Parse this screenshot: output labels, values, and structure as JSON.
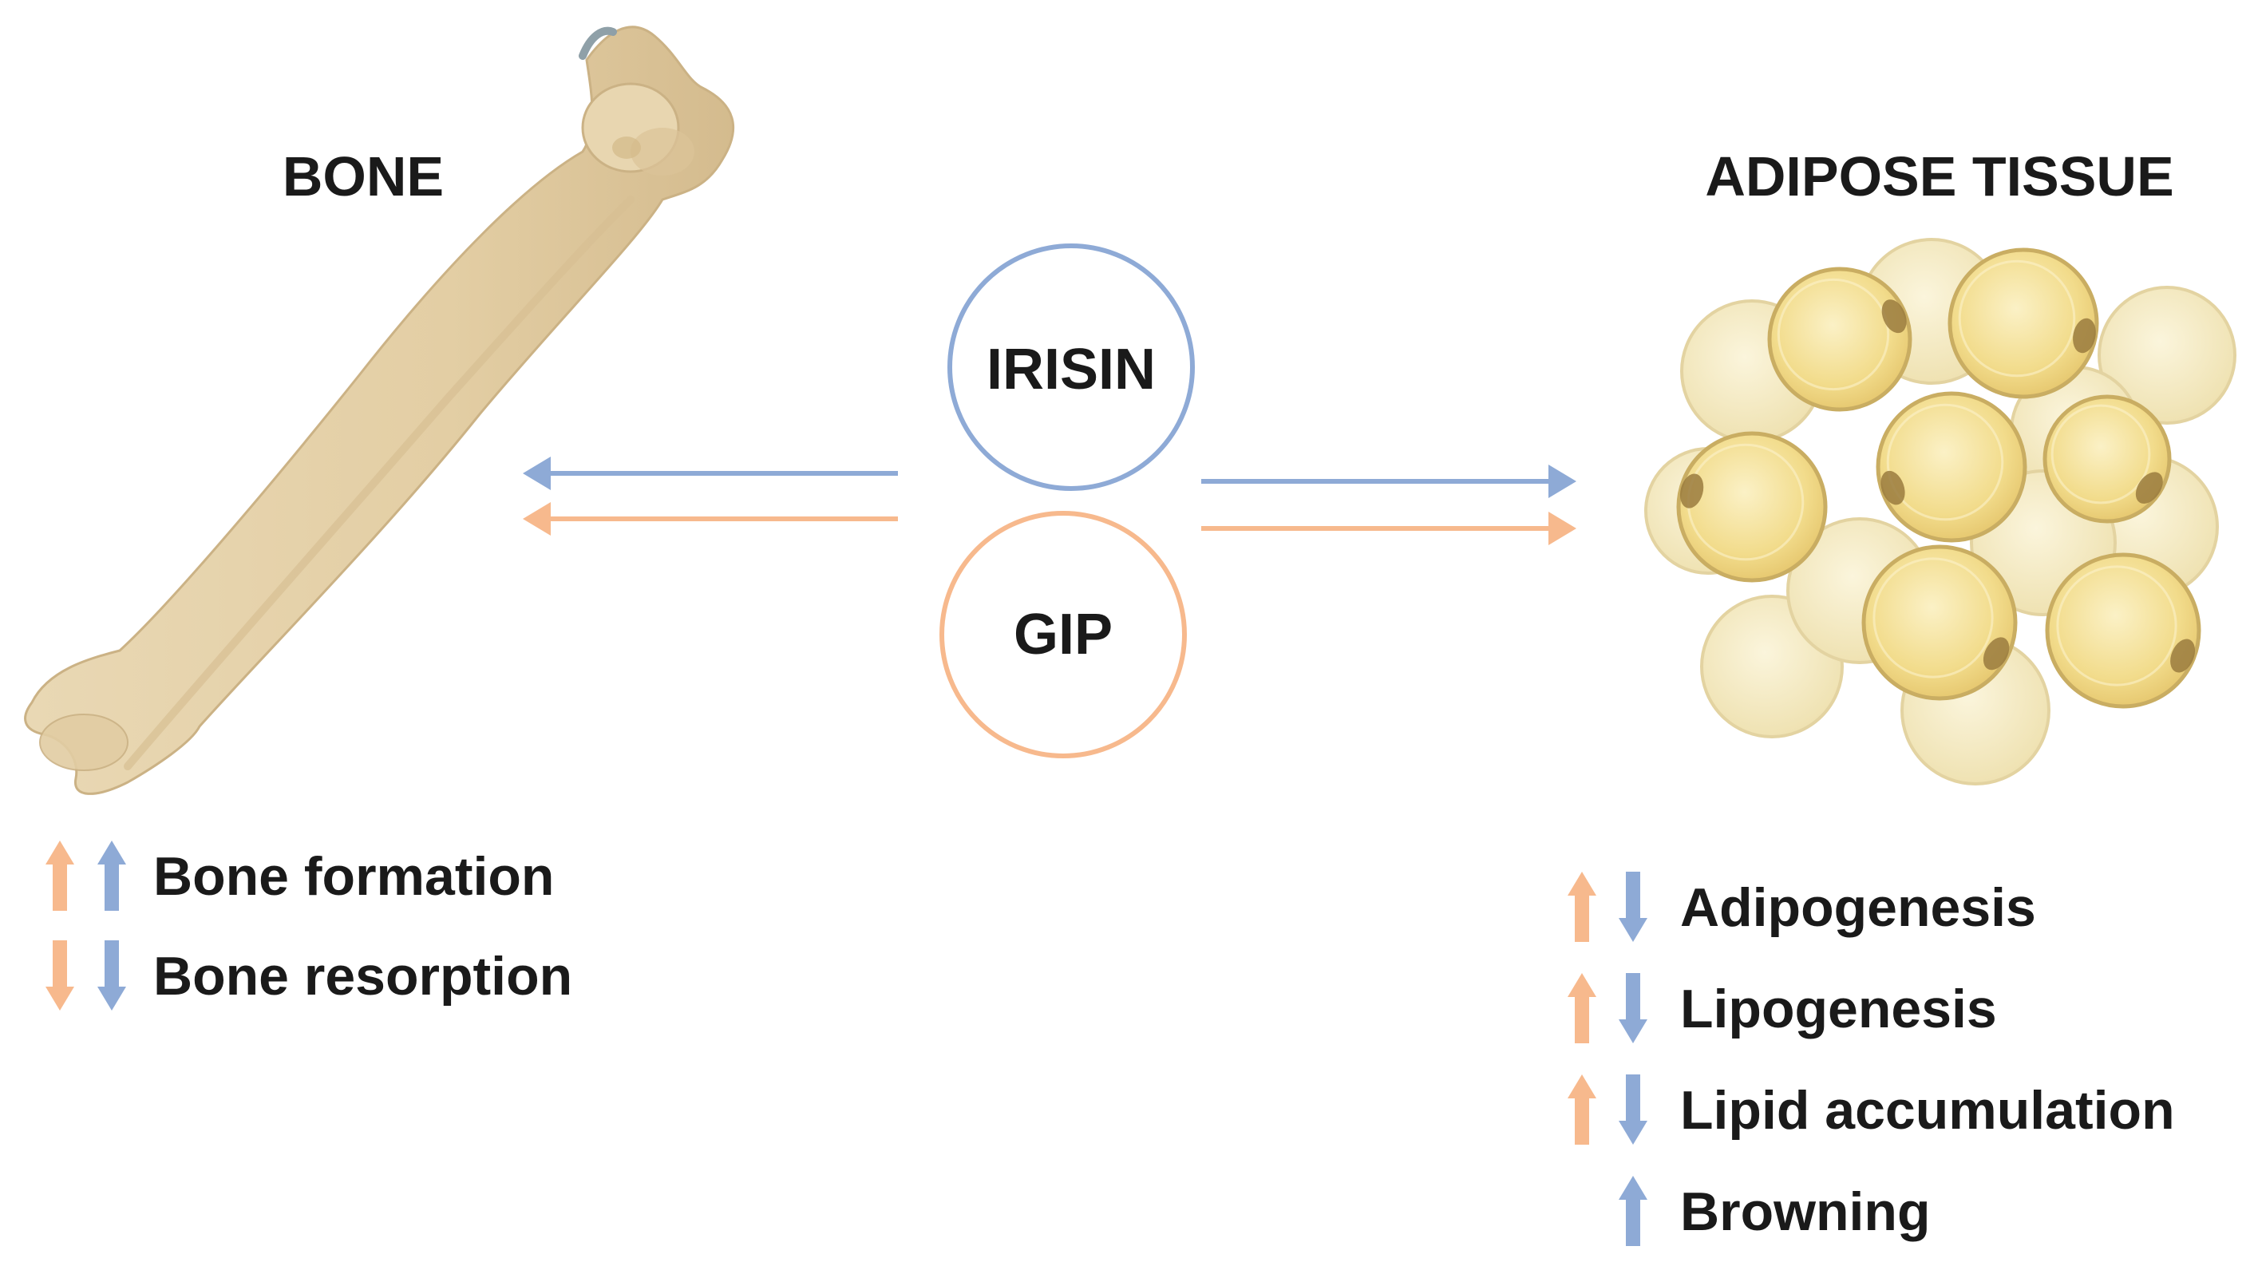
{
  "colors": {
    "irisin": "#8eaad6",
    "gip": "#f7b98d",
    "text": "#1a1a1a",
    "bone_fill": "#e6d3ad",
    "bone_shade": "#cdb58a",
    "fat_cell_light": "#f5ebc4",
    "fat_cell_fill": "#f3de8e",
    "fat_cell_edge": "#c9ad62",
    "fat_nucleus": "#9a7b3e"
  },
  "labels": {
    "bone": "BONE",
    "adipose": "ADIPOSE TISSUE"
  },
  "hormones": {
    "irisin": "IRISIN",
    "gip": "GIP"
  },
  "icons": {
    "bone": "femur-bone-icon",
    "adipose": "adipocyte-cluster-icon",
    "up_arrow": "up-arrow-icon",
    "down_arrow": "down-arrow-icon"
  },
  "bone_effects": [
    {
      "label": "Bone formation",
      "gip": "up",
      "irisin": "up"
    },
    {
      "label": "Bone resorption",
      "gip": "down",
      "irisin": "down"
    }
  ],
  "adipose_effects": [
    {
      "label": "Adipogenesis",
      "gip": "up",
      "irisin": "down"
    },
    {
      "label": "Lipogenesis",
      "gip": "up",
      "irisin": "down"
    },
    {
      "label": "Lipid accumulation",
      "gip": "up",
      "irisin": "down"
    },
    {
      "label": "Browning",
      "gip": "",
      "irisin": "up"
    }
  ]
}
